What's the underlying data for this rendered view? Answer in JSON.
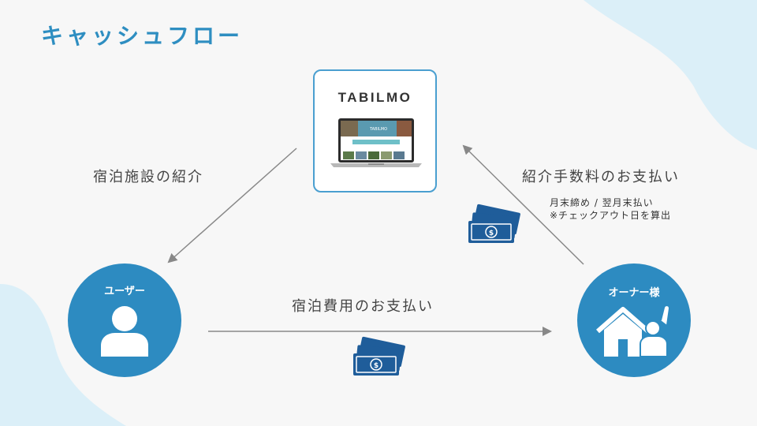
{
  "title": "キャッシュフロー",
  "platform": {
    "name": "TABILMO",
    "mini_logo": "TABILMO"
  },
  "nodes": {
    "user": {
      "label": "ユーザー"
    },
    "owner": {
      "label": "オーナー様"
    }
  },
  "flows": {
    "intro": "宿泊施設の紹介",
    "commission": "紹介手数料のお支払い",
    "commission_note_line1": "月末締め / 翌月末払い",
    "commission_note_line2": "※チェックアウト日を算出",
    "stay_payment": "宿泊費用のお支払い"
  },
  "colors": {
    "accent": "#2e8ec1",
    "circle": "#2d8bc1",
    "money": "#1f5d9a",
    "arrow": "#888888",
    "blob": "#dbeff8"
  },
  "icons": [
    "laptop-icon",
    "person-icon",
    "house-owner-icon",
    "money-icon"
  ]
}
